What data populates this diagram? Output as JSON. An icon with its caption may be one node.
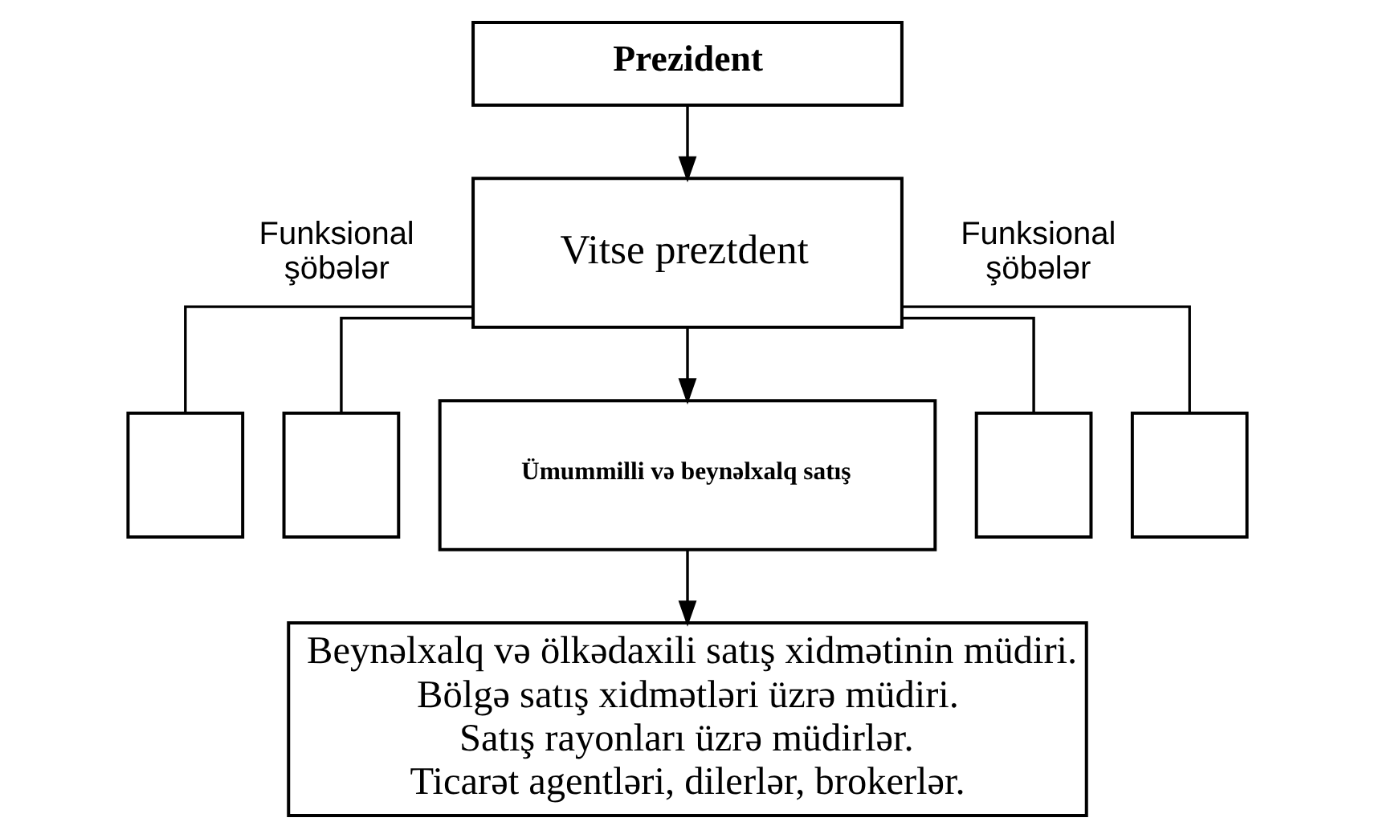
{
  "diagram": {
    "nodes": [
      {
        "text": [
          "Prezident"
        ]
      },
      {
        "text": [
          "Vitse preztdent"
        ]
      },
      {
        "text": [],
        "shape": "box"
      },
      {
        "text": [],
        "shape": "box"
      },
      {
        "text": [
          "Ümummilli və beynəlxalq satış"
        ]
      },
      {
        "text": [],
        "shape": "box"
      },
      {
        "text": [],
        "shape": "box"
      },
      {
        "text": [
          "Beynəlxalq və ölkədaxili satış xidmətinin müdiri.",
          "Bölgə satış xidmətləri üzrə müdiri.",
          "Satış rayonları üzrə müdirlər.",
          "Ticarət agentləri, dilerlər, brokerlər."
        ]
      }
    ],
    "edges": [
      {
        "from": 0,
        "to": 1,
        "arrow": "to"
      },
      {
        "from": 1,
        "to": 2,
        "arrow": "none"
      },
      {
        "from": 1,
        "to": 3,
        "arrow": "none"
      },
      {
        "from": 1,
        "to": 4,
        "arrow": "to"
      },
      {
        "from": 1,
        "to": 5,
        "arrow": "none"
      },
      {
        "from": 1,
        "to": 6,
        "arrow": "none"
      },
      {
        "from": 4,
        "to": 7,
        "arrow": "to"
      }
    ],
    "labels": [
      "Funksional şöbələr",
      "Funksional şöbələr"
    ]
  }
}
